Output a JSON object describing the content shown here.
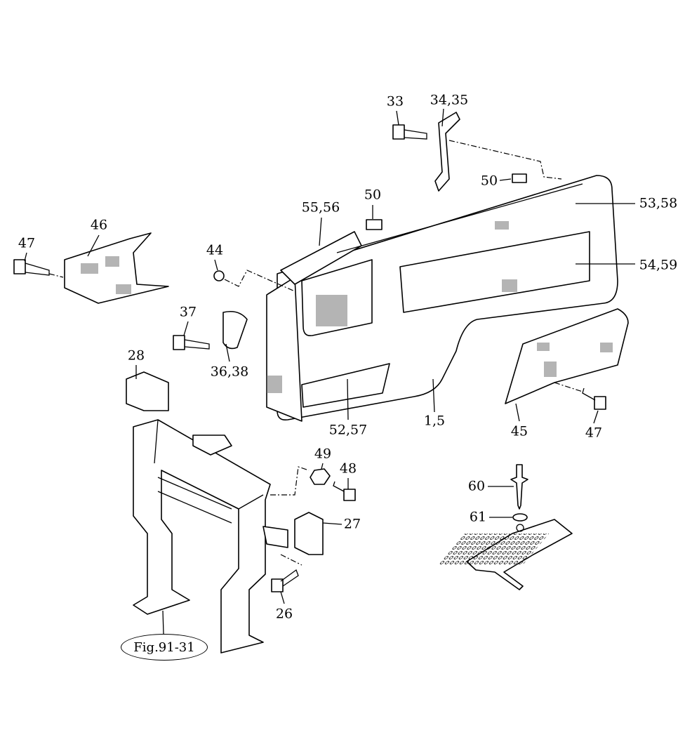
{
  "diagram": {
    "callouts": [
      {
        "id": "c33",
        "text": "33"
      },
      {
        "id": "c3435",
        "text": "34,35"
      },
      {
        "id": "c50a",
        "text": "50"
      },
      {
        "id": "c5358",
        "text": "53,58"
      },
      {
        "id": "c5459",
        "text": "54,59"
      },
      {
        "id": "c5556",
        "text": "55,56"
      },
      {
        "id": "c50b",
        "text": "50"
      },
      {
        "id": "c46",
        "text": "46"
      },
      {
        "id": "c47a",
        "text": "47"
      },
      {
        "id": "c44",
        "text": "44"
      },
      {
        "id": "c37",
        "text": "37"
      },
      {
        "id": "c3638",
        "text": "36,38"
      },
      {
        "id": "c28",
        "text": "28"
      },
      {
        "id": "c15",
        "text": "1,5"
      },
      {
        "id": "c5257",
        "text": "52,57"
      },
      {
        "id": "c45",
        "text": "45"
      },
      {
        "id": "c47b",
        "text": "47"
      },
      {
        "id": "c49",
        "text": "49"
      },
      {
        "id": "c48",
        "text": "48"
      },
      {
        "id": "c27",
        "text": "27"
      },
      {
        "id": "c60",
        "text": "60"
      },
      {
        "id": "c61",
        "text": "61"
      },
      {
        "id": "c26",
        "text": "26"
      }
    ],
    "figure_reference": "Fig.91-31"
  }
}
